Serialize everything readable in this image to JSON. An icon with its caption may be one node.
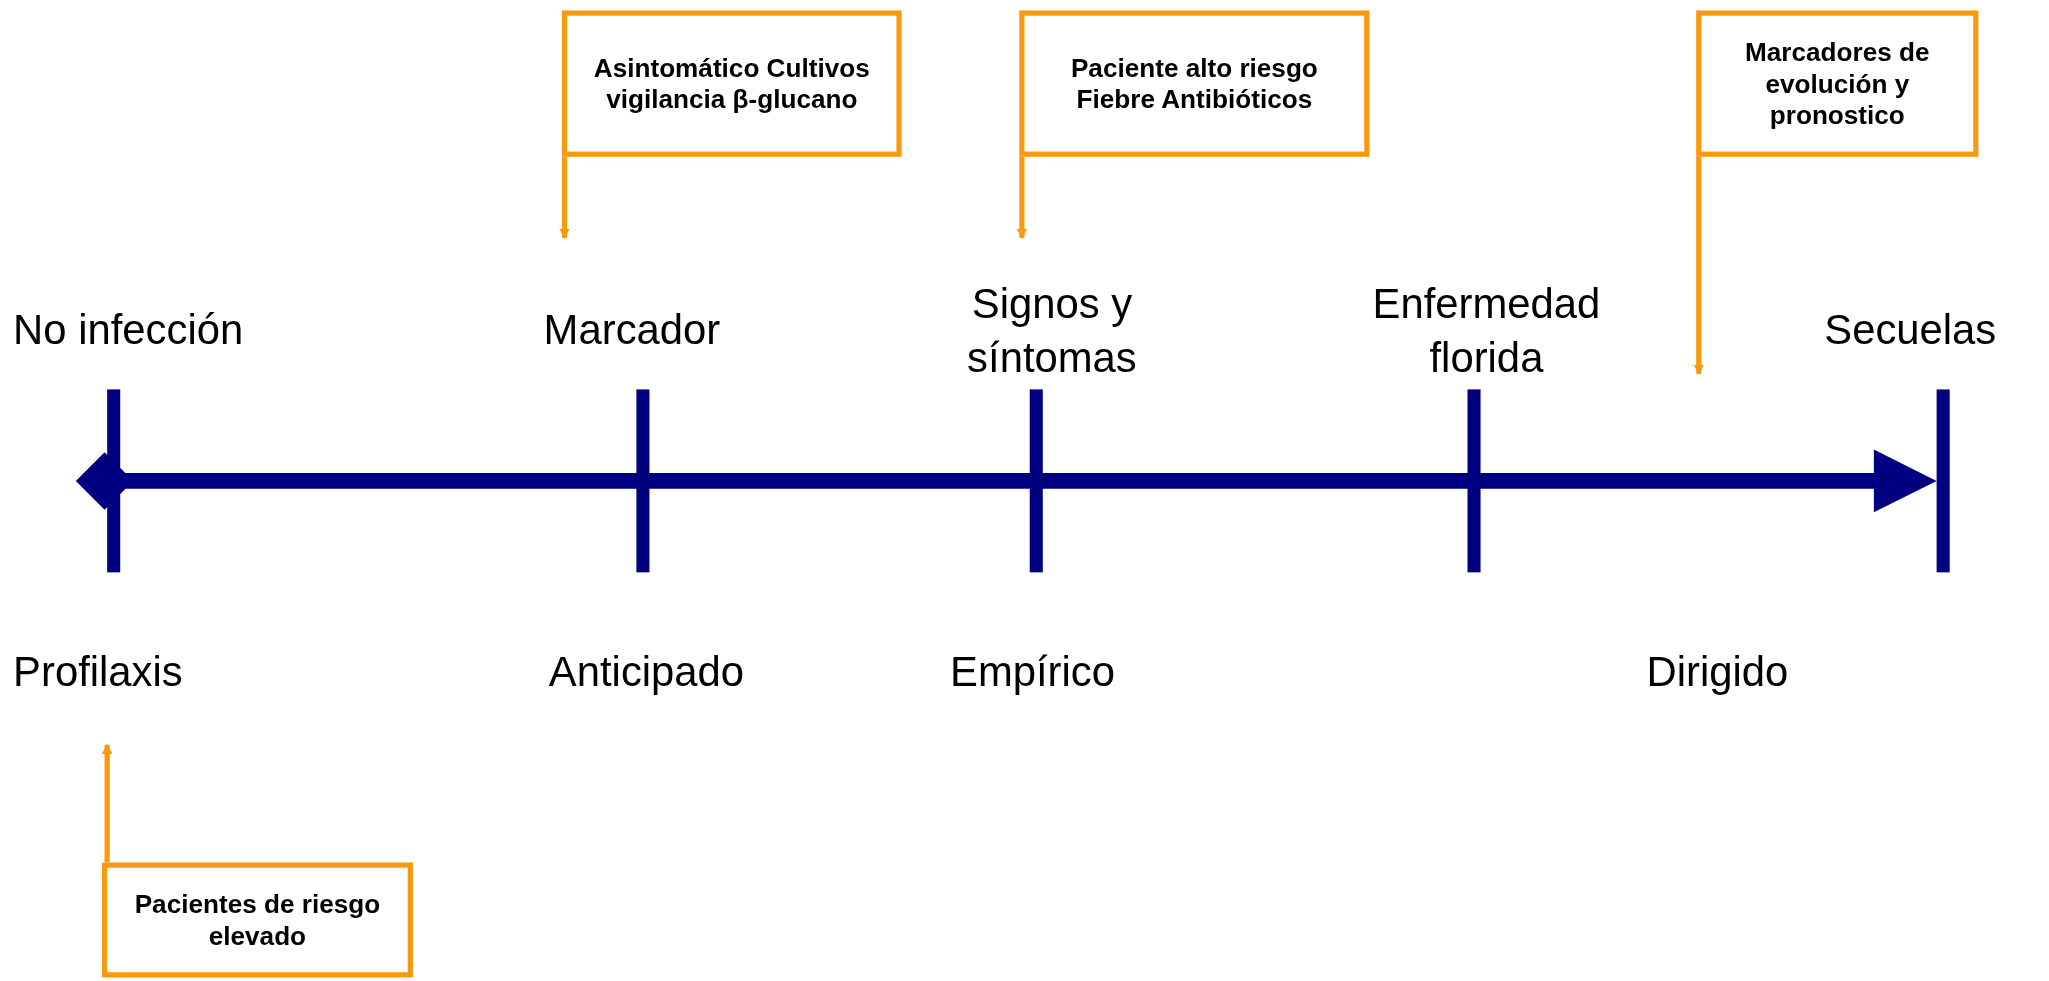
{
  "diagram": {
    "nodes": [
      {
        "text": [
          "Asintomático Cultivos vigilancia β-glucano"
        ]
      },
      {
        "text": [
          "Paciente alto riesgo Fiebre Antibióticos"
        ]
      },
      {
        "text": [
          "Marcadores de evolución y pronostico"
        ]
      },
      {
        "text": [
          "Pacientes de riesgo elevado"
        ]
      }
    ],
    "edges": [
      {
        "from": 0,
        "to": null,
        "arrow": "to"
      },
      {
        "from": 1,
        "to": null,
        "arrow": "to"
      },
      {
        "from": 2,
        "to": null,
        "arrow": "to"
      },
      {
        "from": 3,
        "to": null,
        "arrow": "to"
      }
    ],
    "labels": [
      "No infección",
      "Marcador",
      "Signos y síntomas",
      "Enfermedad florida",
      "Secuelas",
      "Profilaxis",
      "Anticipado",
      "Empírico",
      "Dirigido"
    ]
  }
}
